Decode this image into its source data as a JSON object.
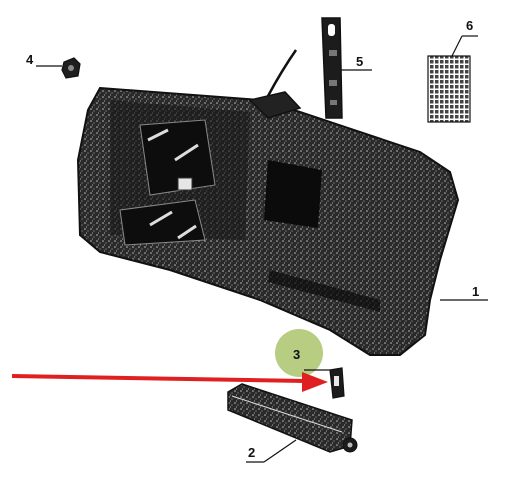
{
  "callouts": {
    "housing": "1",
    "bulb_holder": "2",
    "connector": "3",
    "clip_small": "4",
    "bracket": "5",
    "label_plate": "6"
  },
  "colors": {
    "ink": "#111111",
    "housing_dark": "#1e1e1e",
    "highlight_circle": "#a9c46c",
    "arrow": "#e02020"
  },
  "highlighted_callout": "3",
  "arrow_points_to": "connector"
}
